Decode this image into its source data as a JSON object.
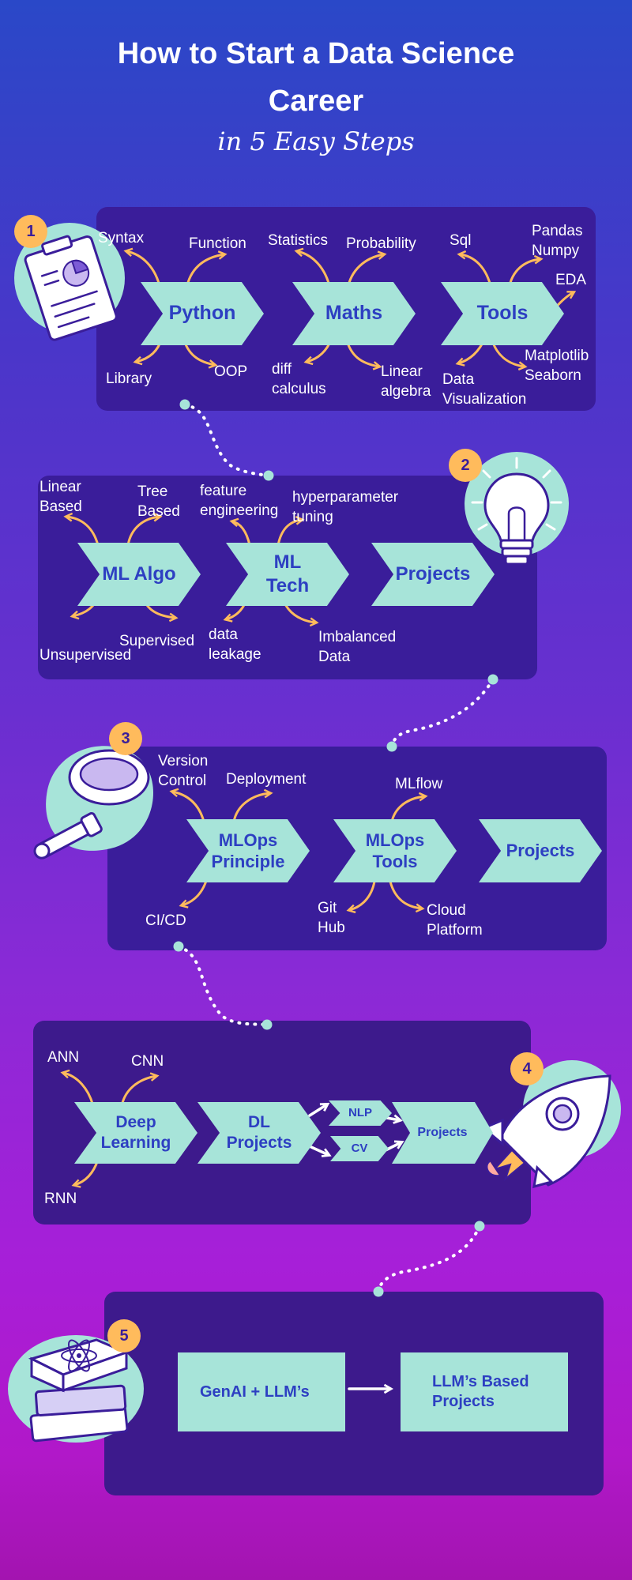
{
  "header": {
    "title_line1": "How to Start a Data Science",
    "title_line2": "Career",
    "subtitle": "in 5 Easy Steps"
  },
  "colors": {
    "accent_teal": "#a7e4d9",
    "accent_orange": "#ffbb5c",
    "panel": "#3a1d9a",
    "heading_blue": "#2d3fc2"
  },
  "step1": {
    "badge": "1",
    "icon": "clipboard-chart-icon",
    "python": {
      "label": "Python",
      "top": [
        "Syntax",
        "Function"
      ],
      "bottom": [
        "Library",
        "OOP"
      ]
    },
    "maths": {
      "label": "Maths",
      "top": [
        "Statistics",
        "Probability"
      ],
      "bottom": [
        "diff\ncalculus",
        "Linear\nalgebra"
      ]
    },
    "tools": {
      "label": "Tools",
      "top": [
        "Sql",
        "Pandas\nNumpy"
      ],
      "side": "EDA",
      "bottom": [
        "Data\nVisualization",
        "Matplotlib\nSeaborn"
      ]
    }
  },
  "step2": {
    "badge": "2",
    "icon": "lightbulb-icon",
    "ml_algo": {
      "label": "ML Algo",
      "top": [
        "Linear\nBased",
        "Tree\nBased"
      ],
      "bottom": [
        "Unsupervised",
        "Supervised"
      ]
    },
    "ml_tech": {
      "label": "ML\nTech",
      "top": [
        "feature\nengineering",
        "hyperparameter\ntuning"
      ],
      "bottom": [
        "data\nleakage",
        "Imbalanced\nData"
      ]
    },
    "projects": {
      "label": "Projects"
    }
  },
  "step3": {
    "badge": "3",
    "icon": "magnifier-icon",
    "principle": {
      "label": "MLOps\nPrinciple",
      "top": [
        "Version\nControl",
        "Deployment"
      ],
      "bottom": [
        "CI/CD"
      ]
    },
    "tools": {
      "label": "MLOps\nTools",
      "top": [
        "MLflow"
      ],
      "bottom": [
        "Git\nHub",
        "Cloud\nPlatform"
      ]
    },
    "projects": {
      "label": "Projects"
    }
  },
  "step4": {
    "badge": "4",
    "icon": "rocket-icon",
    "deep_learning": {
      "label": "Deep\nLearning",
      "top": [
        "ANN",
        "CNN"
      ],
      "bottom": [
        "RNN"
      ]
    },
    "dl_projects": {
      "label": "DL\nProjects"
    },
    "nlp": "NLP",
    "cv": "CV",
    "projects": "Projects"
  },
  "step5": {
    "badge": "5",
    "icon": "books-atom-icon",
    "genai": "GenAI + LLM’s",
    "llm_projects": "LLM’s Based\nProjects"
  }
}
